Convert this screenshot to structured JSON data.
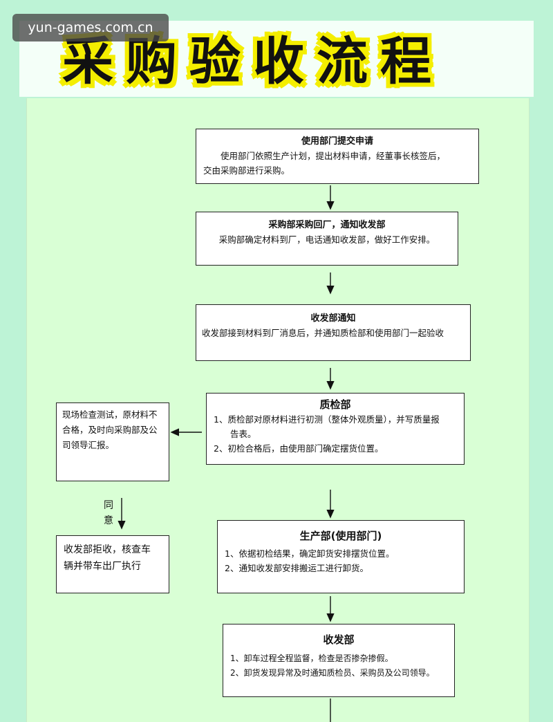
{
  "watermark": "yun-games.com.cn",
  "title": "采购验收流程",
  "steps": [
    {
      "title": "使用部门提交申请",
      "lines": [
        "使用部门依照生产计划，提出材料申请，经董事长核签后，",
        "交由采购部进行采购。"
      ]
    },
    {
      "title": "采购部采购回厂，通知收发部",
      "lines": [
        "采购部确定材料到厂，电话通知收发部，做好工作安排。"
      ]
    },
    {
      "title": "收发部通知",
      "lines": [
        "收发部接到材料到厂消息后，并通知质检部和使用部门一起验收"
      ]
    },
    {
      "title": "质检部",
      "lines": [
        "1、质检部对原材料进行初测（整体外观质量），并写质量报",
        "告表。",
        "2、初检合格后，由使用部门确定摆货位置。"
      ]
    },
    {
      "title": "生产部(使用部门)",
      "lines": [
        "1、依据初检结果，确定卸货安排摆货位置。",
        "2、通知收发部安排搬运工进行卸货。"
      ]
    },
    {
      "title": "收发部",
      "lines": [
        "1、卸车过程全程监督，检查是否掺杂掺假。",
        "2、卸货发现异常及时通知质检员、采购员及公司领导。"
      ]
    }
  ],
  "side": {
    "report": [
      "现场检查测试，原材料不",
      "合格，及时向采购部及公",
      "司领导汇报。"
    ],
    "agree_label": [
      "同",
      "意"
    ],
    "reject": [
      "收发部拒收，核查车",
      "辆并带车出厂执行"
    ]
  }
}
